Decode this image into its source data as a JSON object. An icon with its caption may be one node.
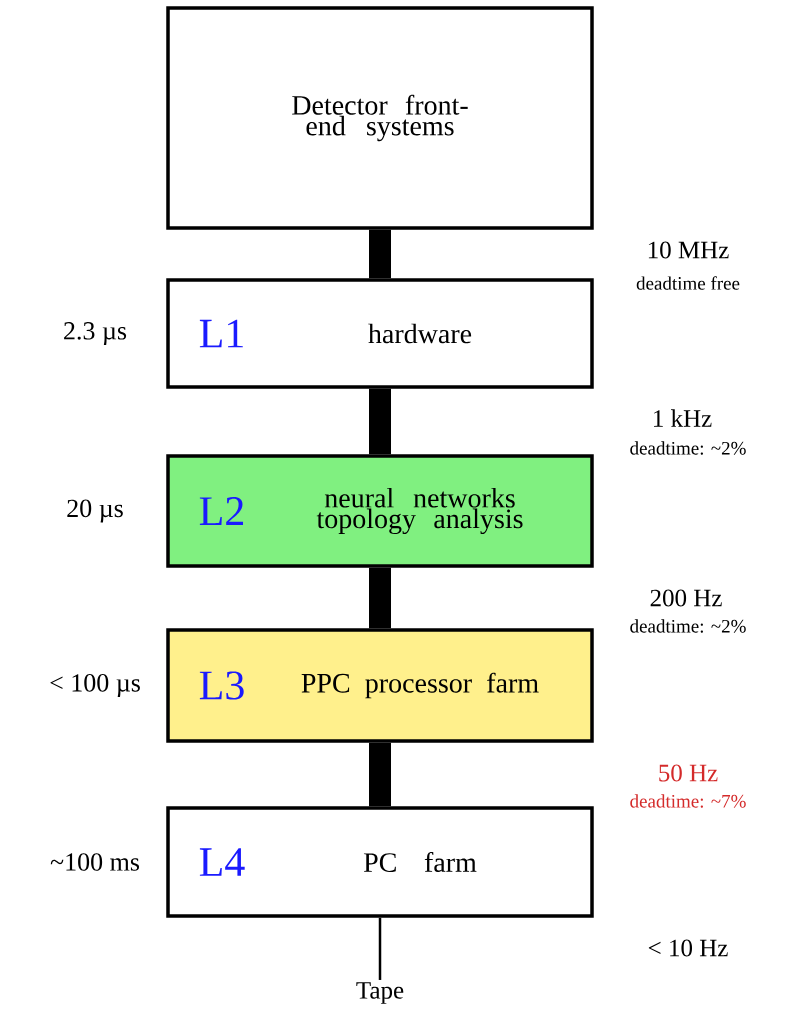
{
  "diagram": {
    "nodes": [
      {
        "text": [
          "Detector front-end systems"
        ]
      },
      {
        "text": [
          "L1",
          "hardware"
        ],
        "beside": [
          "2.3 µs"
        ]
      },
      {
        "text": [
          "L2",
          "neural networks topology analysis"
        ],
        "beside": [
          "20 µs"
        ]
      },
      {
        "text": [
          "L3",
          "PPC processor farm"
        ],
        "beside": [
          "< 100 µs"
        ]
      },
      {
        "text": [
          "L4",
          "PC farm"
        ],
        "beside": [
          "~100 ms"
        ]
      },
      {
        "text": [
          "Tape"
        ]
      }
    ],
    "edges": [
      {
        "from": 0,
        "to": 1,
        "arrow": "none"
      },
      {
        "from": 1,
        "to": 2,
        "arrow": "none"
      },
      {
        "from": 2,
        "to": 3,
        "arrow": "none"
      },
      {
        "from": 3,
        "to": 4,
        "arrow": "none"
      },
      {
        "from": 4,
        "to": 5,
        "arrow": "none"
      }
    ],
    "labels": [
      "10 MHz",
      "deadtime free",
      "1 kHz",
      "deadtime: ~2%",
      "200 Hz",
      "deadtime: ~2%",
      "50 Hz",
      "deadtime: ~7%",
      "< 10 Hz"
    ]
  }
}
